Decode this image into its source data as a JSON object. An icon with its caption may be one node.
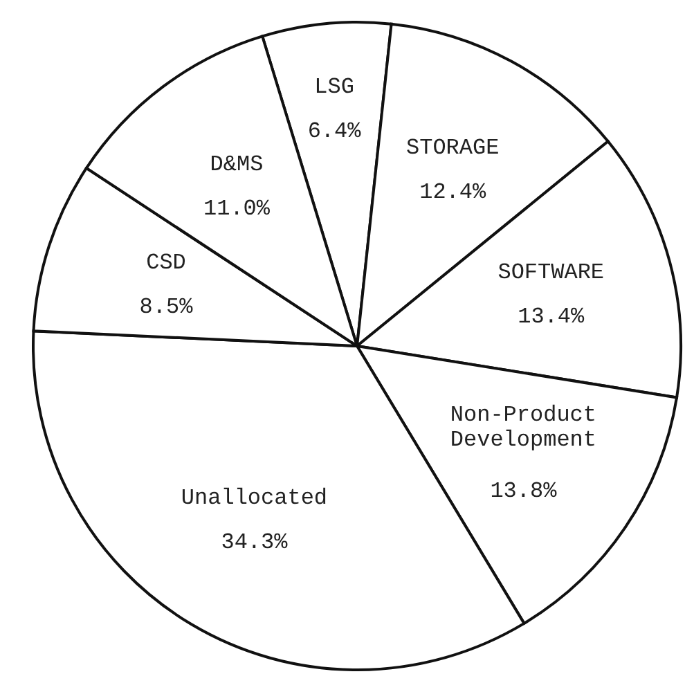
{
  "diagram": {
    "chart_data": {
      "type": "pie",
      "categories": [
        "LSG",
        "STORAGE",
        "SOFTWARE",
        "Non-Product Development",
        "Unallocated",
        "CSD",
        "D&MS"
      ],
      "values": [
        6.4,
        12.4,
        13.4,
        13.8,
        34.3,
        8.5,
        11.0
      ],
      "value_labels": [
        "6.4%",
        "12.4%",
        "13.4%",
        "13.8%",
        "34.3%",
        "8.5%",
        "11.0%"
      ]
    }
  }
}
